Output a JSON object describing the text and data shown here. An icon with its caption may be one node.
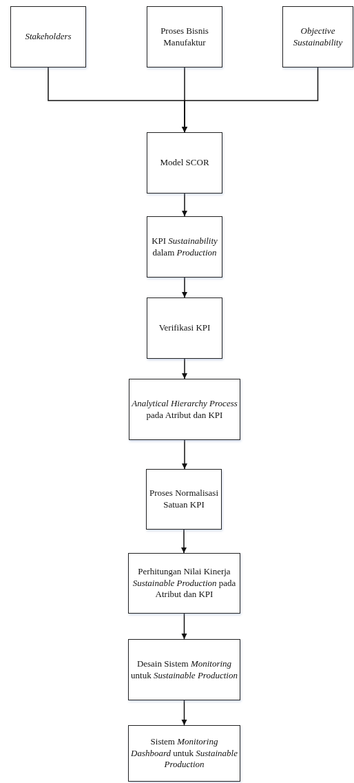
{
  "diagram": {
    "nodes": [
      {
        "text": [
          "Stakeholders"
        ]
      },
      {
        "text": [
          "Proses Bisnis Manufaktur"
        ]
      },
      {
        "text": [
          "Objective Sustainability"
        ]
      },
      {
        "text": [
          "Model SCOR"
        ]
      },
      {
        "text": [
          "KPI *Sustainability* dalam *Production*"
        ]
      },
      {
        "text": [
          "Verifikasi KPI"
        ]
      },
      {
        "text": [
          "*Analytical Hierarchy Process* pada Atribut dan KPI"
        ]
      },
      {
        "text": [
          "Proses Normalisasi Satuan KPI"
        ]
      },
      {
        "text": [
          "Perhitungan Nilai Kinerja *Sustainable Production* pada Atribut dan KPI"
        ]
      },
      {
        "text": [
          "Desain Sistem *Monitoring* untuk *Sustainable Production*"
        ]
      },
      {
        "text": [
          "Sistem *Monitoring Dashboard* untuk *Sustainable Production*"
        ]
      }
    ],
    "edges": [
      {
        "from": 0,
        "to": 3,
        "arrow": "to"
      },
      {
        "from": 1,
        "to": 3,
        "arrow": "to"
      },
      {
        "from": 2,
        "to": 3,
        "arrow": "to"
      },
      {
        "from": 3,
        "to": 4,
        "arrow": "to"
      },
      {
        "from": 4,
        "to": 5,
        "arrow": "to"
      },
      {
        "from": 5,
        "to": 6,
        "arrow": "to"
      },
      {
        "from": 6,
        "to": 7,
        "arrow": "to"
      },
      {
        "from": 7,
        "to": 8,
        "arrow": "to"
      },
      {
        "from": 8,
        "to": 9,
        "arrow": "to"
      },
      {
        "from": 9,
        "to": 10,
        "arrow": "to"
      }
    ]
  }
}
